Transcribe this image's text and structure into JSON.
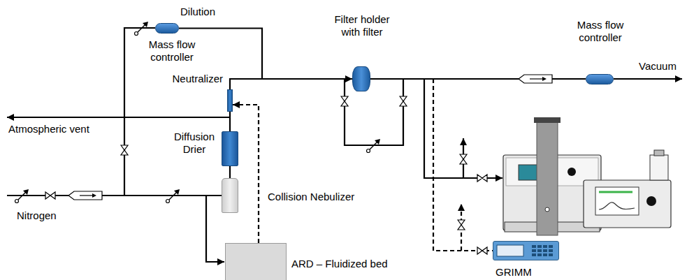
{
  "diagram": {
    "nodes": [
      {
        "text": [
          "Mass flow controller"
        ]
      },
      {
        "text": [
          "Neutralizer"
        ]
      },
      {
        "text": [
          "Diffusion Drier"
        ]
      },
      {
        "text": [
          "Collision Nebulizer"
        ]
      },
      {
        "text": [
          "ARD – Fluidized bed"
        ]
      },
      {
        "text": [
          "Filter holder with filter"
        ]
      },
      {
        "text": [
          "Mass flow controller"
        ]
      },
      {
        "text": [
          "GRIMM"
        ]
      }
    ],
    "edges": [
      {
        "from": 3,
        "to": 2,
        "arrow": "none"
      },
      {
        "from": 2,
        "to": 1,
        "arrow": "none"
      },
      {
        "from": 4,
        "to": 1,
        "arrow": "to"
      },
      {
        "from": 1,
        "to": 5,
        "arrow": "none"
      },
      {
        "from": 0,
        "to": 5,
        "arrow": "to"
      },
      {
        "from": 5,
        "to": 6,
        "arrow": "none"
      },
      {
        "from": 5,
        "to": 7,
        "arrow": "none"
      }
    ],
    "labels": [
      "Dilution",
      "Atmospheric vent",
      "Nitrogen",
      "Vacuum"
    ]
  }
}
